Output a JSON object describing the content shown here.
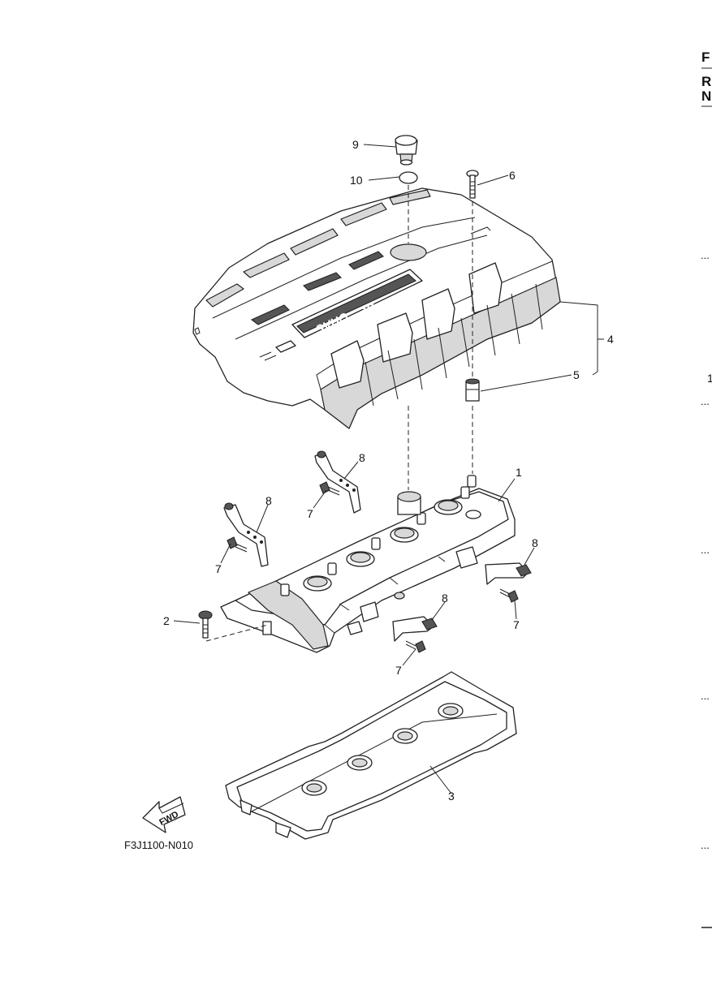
{
  "diagram": {
    "callouts": [
      "1",
      "2",
      "3",
      "4",
      "5",
      "6",
      "7",
      "8",
      "9",
      "10"
    ],
    "cover_text": "SVHO",
    "cover_roman": "III",
    "cover_brand": "YAMAHA",
    "fwd_label": "FWD",
    "figure_code": "F3J1100-N010"
  },
  "edge": {
    "letters": [
      "F",
      "R",
      "N"
    ],
    "number": "1",
    "dots": "..."
  }
}
